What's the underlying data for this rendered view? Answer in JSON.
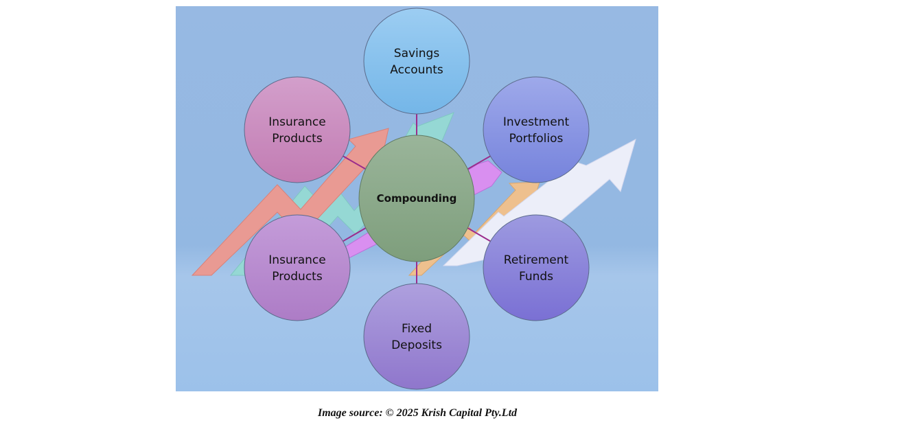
{
  "diagram": {
    "center": {
      "label": "Compounding",
      "color": "#8ea88a"
    },
    "nodes": [
      {
        "id": "savings-accounts",
        "lines": [
          "Savings",
          "Accounts"
        ],
        "color_top": "#9ccdf2",
        "color_bottom": "#74b6e8"
      },
      {
        "id": "investment-portfolios",
        "lines": [
          "Investment",
          "Portfolios"
        ],
        "color_top": "#9ea9ea",
        "color_bottom": "#7683dc"
      },
      {
        "id": "retirement-funds",
        "lines": [
          "Retirement",
          "Funds"
        ],
        "color_top": "#9d9ae0",
        "color_bottom": "#7a70d4"
      },
      {
        "id": "fixed-deposits",
        "lines": [
          "Fixed",
          "Deposits"
        ],
        "color_top": "#aea0de",
        "color_bottom": "#8f76cc"
      },
      {
        "id": "insurance-products-lower",
        "lines": [
          "Insurance",
          "Products"
        ],
        "color_top": "#c49cd9",
        "color_bottom": "#ad7cc6"
      },
      {
        "id": "insurance-products-upper",
        "lines": [
          "Insurance",
          "Products"
        ],
        "color_top": "#d39fcb",
        "color_bottom": "#c27cb3"
      }
    ],
    "connector_color": "#9b2c8c",
    "background_color": "#98bce6",
    "arrow_colors": [
      "#e99a93",
      "#95d8d4",
      "#d98ff0",
      "#eec08e",
      "#eceef9"
    ]
  },
  "caption": "Image source: © 2025 Krish Capital Pty.Ltd"
}
